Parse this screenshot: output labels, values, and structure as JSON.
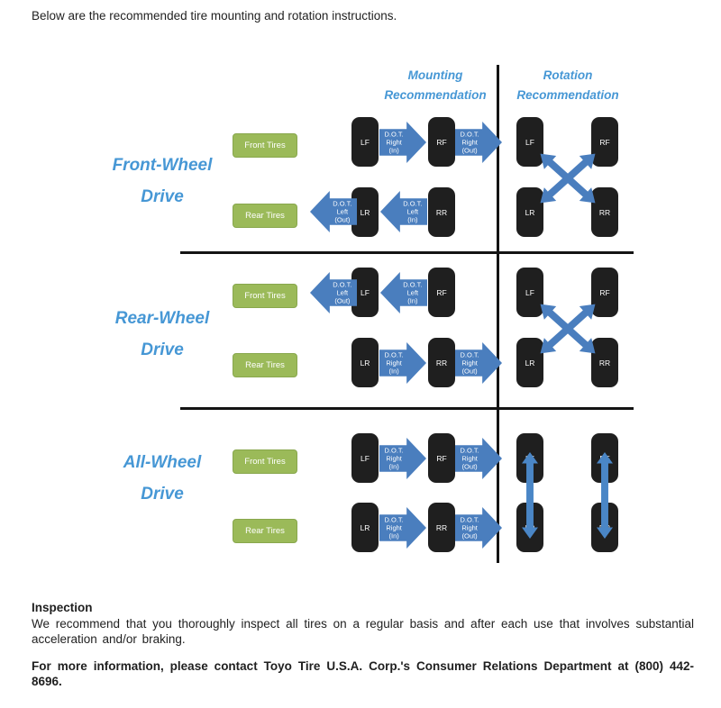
{
  "intro": "Below are the recommended tire mounting and rotation instructions.",
  "columns": {
    "mounting": {
      "line1": "Mounting",
      "line2": "Recommendation"
    },
    "rotation": {
      "line1": "Rotation",
      "line2": "Recommendation"
    }
  },
  "drive_rows": {
    "fwd": {
      "line1": "Front-Wheel",
      "line2": "Drive"
    },
    "rwd": {
      "line1": "Rear-Wheel",
      "line2": "Drive"
    },
    "awd": {
      "line1": "All-Wheel",
      "line2": "Drive"
    }
  },
  "tire_groups": {
    "front": "Front Tires",
    "rear": "Rear Tires"
  },
  "tires": {
    "lf": "LF",
    "rf": "RF",
    "lr": "LR",
    "rr": "RR"
  },
  "arrow_labels": {
    "right_in": {
      "l1": "D.O.T.",
      "l2": "Right",
      "l3": "(In)"
    },
    "right_out": {
      "l1": "D.O.T.",
      "l2": "Right",
      "l3": "(Out)"
    },
    "left_in": {
      "l1": "D.O.T.",
      "l2": "Left",
      "l3": "(In)"
    },
    "left_out": {
      "l1": "D.O.T.",
      "l2": "Left",
      "l3": "(Out)"
    }
  },
  "colors": {
    "heading_blue": "#4697d5",
    "arrow_blue": "#4a7ebe",
    "tire_black": "#1f1f1f",
    "green_box": "#9bba59"
  },
  "footer": {
    "inspection_heading": "Inspection",
    "inspection_body": "We recommend that you thoroughly inspect all tires on a regular basis and after each use that involves substantial acceleration and/or braking.",
    "contact_bold": "For more information, please contact Toyo Tire U.S.A. Corp.'s Consumer Relations Department at (800) 442-8696."
  }
}
